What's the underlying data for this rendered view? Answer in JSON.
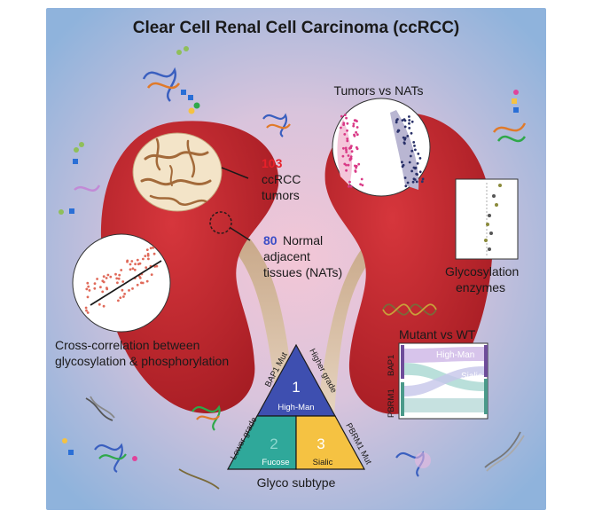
{
  "title": "Clear Cell Renal Cell Carcinoma (ccRCC)",
  "tumors": {
    "count": "103",
    "line1": "ccRCC",
    "line2": "tumors"
  },
  "nats": {
    "count": "80",
    "line1": "Normal",
    "line2": "adjacent",
    "line3": "tissues (NATs)"
  },
  "panels": {
    "tumors_vs_nats": "Tumors vs NATs",
    "glyco_enzymes_1": "Glycosylation",
    "glyco_enzymes_2": "enzymes",
    "cross_corr_1": "Cross-correlation between",
    "cross_corr_2": "glycosylation & phosphorylation",
    "mutant_vs_wt": "Mutant vs WT",
    "sankey_bap1": "BAP1",
    "sankey_pbrm1": "PBRM1",
    "sankey_high_man": "High-Man",
    "sankey_sialic": "Sialic"
  },
  "subtype_triangle": {
    "caption": "Glyco subtype",
    "top_num": "1",
    "top_label": "High-Man",
    "left_num": "2",
    "left_label": "Fucose",
    "right_num": "3",
    "right_label": "Sialic",
    "side_bap1": "BAP1 Mut",
    "side_higher": "Higher grade",
    "side_lower": "Lower grade",
    "side_pbrm1": "PBRM1 Mut"
  },
  "colors": {
    "kidney": "#c0272d",
    "tumor_fill": "#f3e4c8",
    "tumor_vessel": "#a36a3a",
    "tri_top": "#3e4fb0",
    "tri_left": "#2fa89a",
    "tri_right": "#f5c242",
    "tumor_dots": "#d93a86",
    "nat_dots": "#283068"
  }
}
